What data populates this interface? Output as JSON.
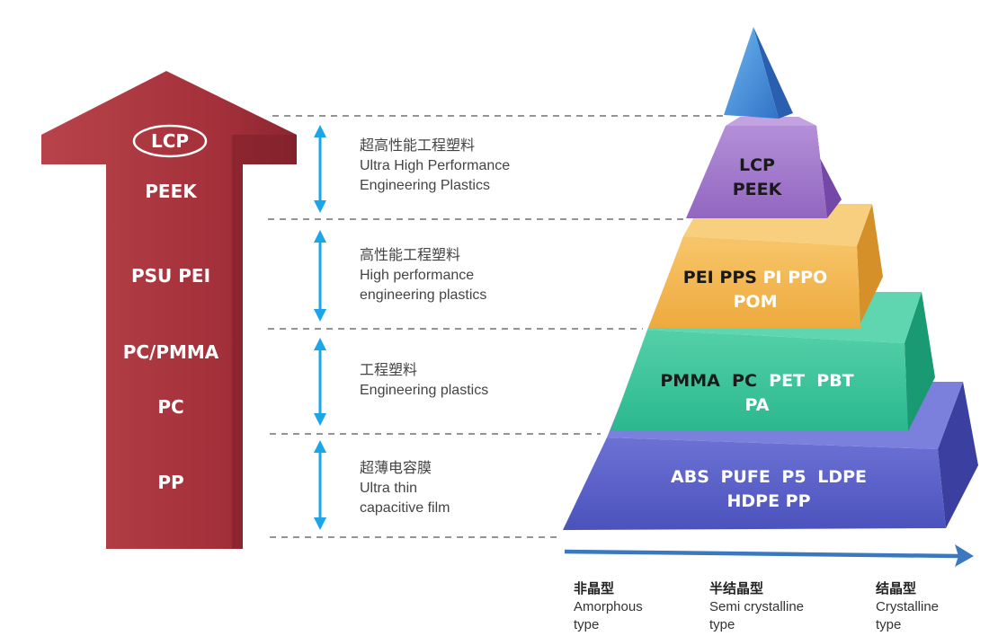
{
  "arrow": {
    "items": [
      "LCP",
      "PEEK",
      "PSU PEI",
      "PC/PMMA",
      "PC",
      "PP"
    ],
    "color": "#a8303a"
  },
  "categories": [
    {
      "zh": "超高性能工程塑料",
      "en1": "Ultra High Performance",
      "en2": "Engineering Plastics"
    },
    {
      "zh": "高性能工程塑料",
      "en1": "High performance",
      "en2": "engineering plastics"
    },
    {
      "zh": "工程塑料",
      "en1": "Engineering plastics",
      "en2": ""
    },
    {
      "zh": "超薄电容膜",
      "en1": "Ultra thin",
      "en2": "capacitive film"
    }
  ],
  "pyramid": {
    "tier1": {
      "line1": "LCP",
      "line2": "PEEK",
      "color": "#9b6fc4"
    },
    "tier2": {
      "a": "PEI",
      "b": "PPS",
      "c": "PI",
      "d": "PPO",
      "line2": "POM",
      "color": "#f2b349"
    },
    "tier3": {
      "a": "PMMA",
      "b": "PC",
      "c": "PET",
      "d": "PBT",
      "line2": "PA",
      "color": "#2fbf95"
    },
    "tier4": {
      "line1": "ABS PUFE P5 LDPE",
      "line2": "HDPE PP",
      "color": "#5a62c8"
    }
  },
  "axis": {
    "left": {
      "zh": "非晶型",
      "en1": "Amorphous",
      "en2": "type"
    },
    "mid": {
      "zh": "半结晶型",
      "en1": "Semi crystalline",
      "en2": "type"
    },
    "right": {
      "zh": "结晶型",
      "en1": "Crystalline",
      "en2": "type"
    }
  },
  "colors": {
    "accent_arrow": "#1aa6e8",
    "axis_arrow": "#3b78bf"
  }
}
